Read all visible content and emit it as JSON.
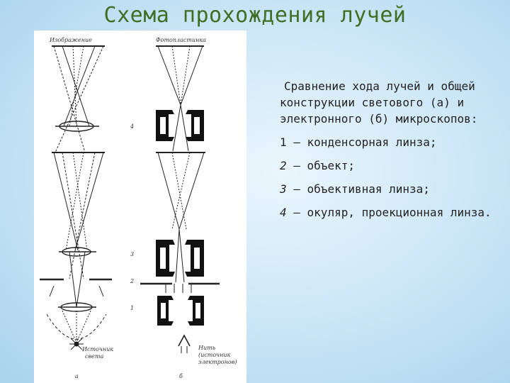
{
  "title": "Схема прохождения лучей",
  "figure": {
    "label_left_top": "Изображение",
    "label_right_top": "Фотопластинка",
    "label_left_bottom": "Источник света",
    "label_left_bottom_1": "Источник",
    "label_left_bottom_2": "света",
    "label_right_bottom_1": "Нить",
    "label_right_bottom_2": "(источник",
    "label_right_bottom_3": "электронов)",
    "num_4": "4",
    "num_3": "3",
    "num_2": "2",
    "num_1": "1",
    "caption_a": "а",
    "caption_b": "б"
  },
  "description": {
    "intro": "Сравнение хода лучей и общей конструкции светового (а) и электронного (б) микроскопов:",
    "items": [
      {
        "num": "1",
        "text": " — конденсорная линза;"
      },
      {
        "num": "2",
        "text": " — объект;"
      },
      {
        "num": "3",
        "text": " — объективная линза;"
      },
      {
        "num": "4",
        "text": " — окуляр, проекционная линза."
      }
    ]
  }
}
